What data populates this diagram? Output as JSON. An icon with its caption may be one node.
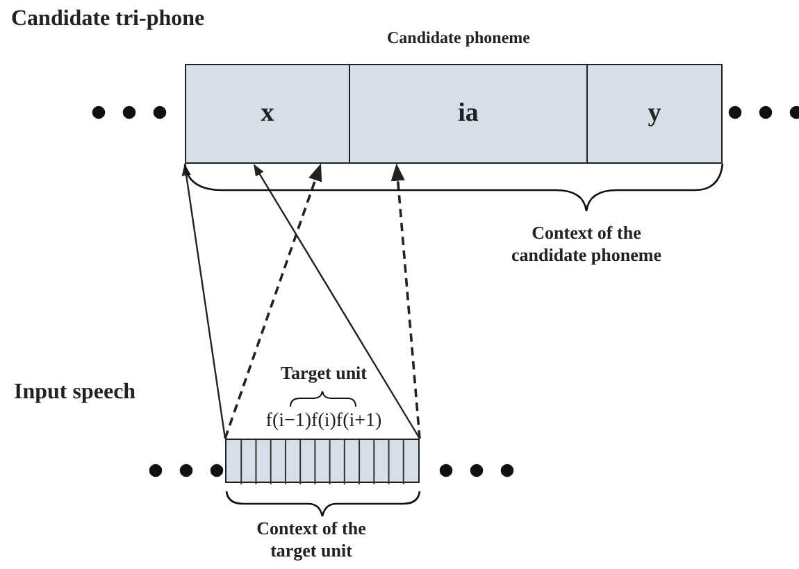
{
  "diagram": {
    "nodes": [
      {
        "text": [
          "x"
        ]
      },
      {
        "text": [
          "ia"
        ]
      },
      {
        "text": [
          "y"
        ]
      },
      {
        "text": [],
        "shape": "bar"
      }
    ],
    "edges": [
      {
        "from": 3,
        "to": 0,
        "arrow": "to"
      },
      {
        "from": 3,
        "to": 0,
        "arrow": "to",
        "style": "dashed"
      },
      {
        "from": 3,
        "to": 0,
        "arrow": "to"
      },
      {
        "from": 3,
        "to": 1,
        "arrow": "to",
        "style": "dashed"
      }
    ],
    "labels": [
      "Candidate tri-phone",
      "Candidate phoneme",
      "Context of the candidate phoneme",
      "Input speech",
      "Target unit",
      "f(i−1)f(i)f(i+1)",
      "Context of the target unit"
    ]
  }
}
